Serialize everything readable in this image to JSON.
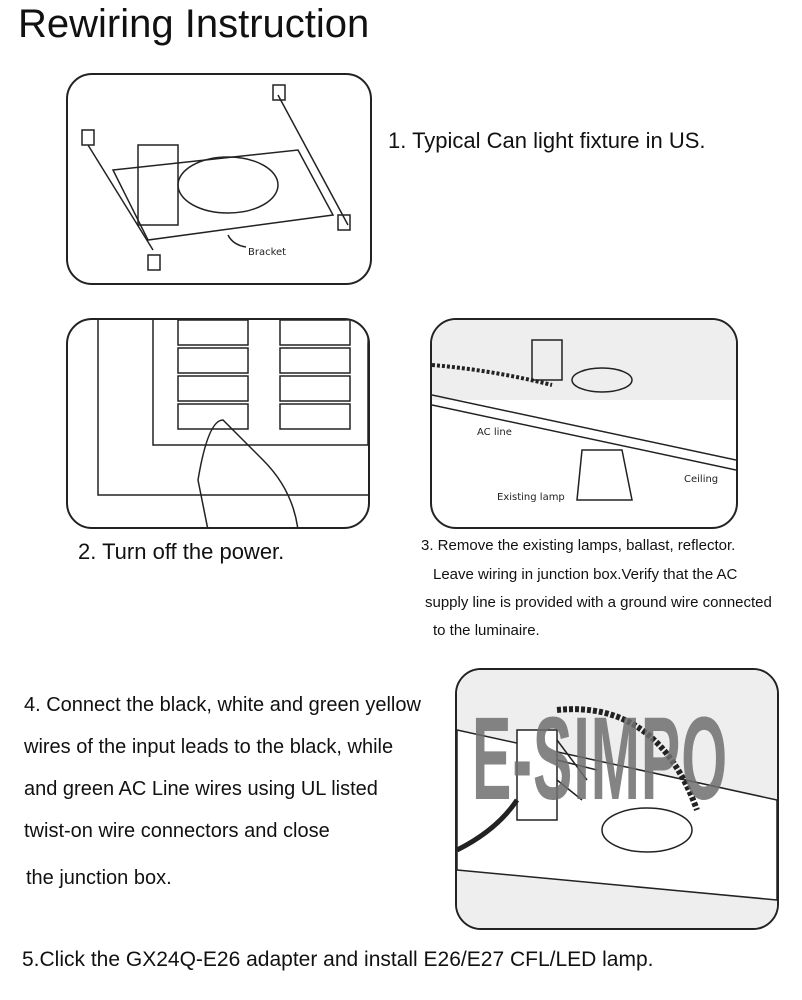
{
  "title": "Rewiring Instruction",
  "watermark": "E-SIMPO",
  "steps": {
    "s1": "1. Typical Can light fixture in US.",
    "s2": "2. Turn off the power.",
    "s3": [
      "3. Remove the existing lamps, ballast, reflector.",
      "Leave wiring in junction box.Verify that the AC",
      "supply line is provided with a ground wire connected",
      "to the luminaire."
    ],
    "s4": [
      "4. Connect the black, white and green yellow",
      "wires of the input leads to the black, while",
      "and green AC Line wires using UL listed",
      "twist-on wire connectors and close",
      "the junction box."
    ],
    "s5": "5.Click the GX24Q-E26 adapter and install E26/E27 CFL/LED lamp."
  },
  "figure_labels": {
    "bracket": "Bracket",
    "ac_line": "AC line",
    "ceiling": "Ceiling",
    "existing_lamp": "Existing lamp"
  }
}
